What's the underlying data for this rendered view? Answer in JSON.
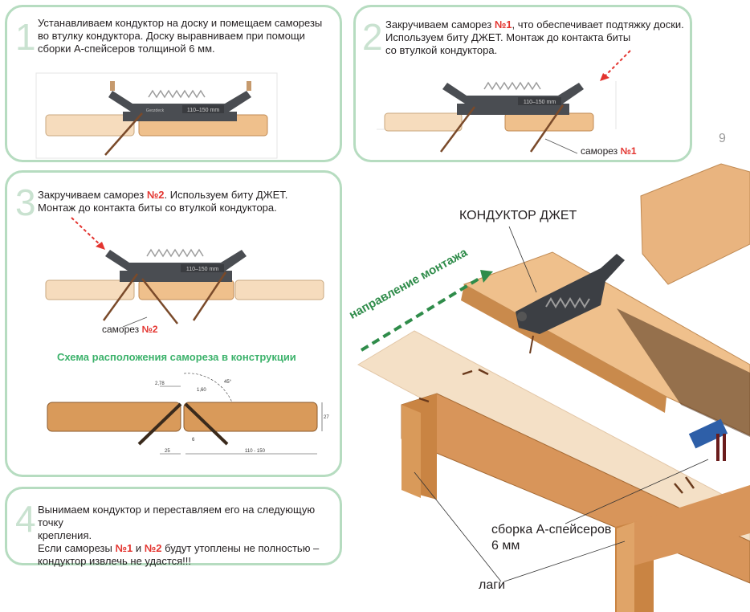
{
  "page_number": "9",
  "steps": [
    {
      "number": "1",
      "lines": [
        "Устанавливаем кондуктор на доску и помещаем саморезы",
        "во втулку кондуктора. Доску выравниваем при помощи",
        "сборки А-спейсеров толщиной 6 мм."
      ]
    },
    {
      "number": "2",
      "line1_pre": "Закручиваем саморез ",
      "line1_num": "№1",
      "line1_post": ", что обеспечивает подтяжку доски.",
      "lines": [
        "Используем биту ДЖЕТ. Монтаж до контакта биты",
        "со втулкой кондуктора."
      ],
      "screw_label_pre": "саморез ",
      "screw_label_num": "№1"
    },
    {
      "number": "3",
      "line1_pre": "Закручиваем саморез ",
      "line1_num": "№2",
      "line1_post": ". Используем биту ДЖЕТ.",
      "lines": [
        "Монтаж до контакта биты со втулкой кондуктора."
      ],
      "screw_label_pre": "саморез ",
      "screw_label_num": "№2",
      "schema_title": "Схема расположения самореза в конструкции"
    },
    {
      "number": "4",
      "lines": [
        "Вынимаем кондуктор и переставляем его на следующую точку",
        "крепления."
      ],
      "line3_pre": "Если саморезы ",
      "line3_num1": "№1",
      "line3_mid": " и ",
      "line3_num2": "№2",
      "line3_post": " будут утоплены не полностью –",
      "line4": "кондуктор извлечь не удастся!!!"
    }
  ],
  "jig_label": "110–150 mm",
  "jig_brand": "Gvozdeck",
  "dimensions": {
    "d1": "2,78",
    "d2": "1,60",
    "angle": "45°",
    "d3": "6",
    "d4": "25",
    "d5": "110 - 150",
    "d6": "27"
  },
  "illustration": {
    "jig_title": "КОНДУКТОР ДЖЕТ",
    "direction": "направление монтажа",
    "spacer_label_1": "сборка А-спейсеров",
    "spacer_label_2": "6 мм",
    "joist_label": "лаги"
  },
  "colors": {
    "card_border": "#b6dcc0",
    "accent_red": "#e3342f",
    "accent_green": "#3cb26b",
    "wood": "#e9b47f"
  }
}
